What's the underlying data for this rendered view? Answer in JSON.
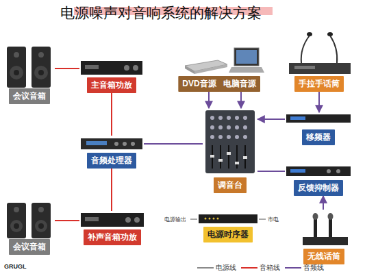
{
  "diagram": {
    "title": "电源噪声对音响系统的解决方案",
    "nodes": [
      {
        "text": [
          "会议音箱"
        ]
      },
      {
        "text": [
          "主音箱功放"
        ]
      },
      {
        "text": [
          "DVD音源"
        ]
      },
      {
        "text": [
          "电脑音源"
        ]
      },
      {
        "text": [
          "手拉手话筒"
        ]
      },
      {
        "text": [
          "移频器"
        ]
      },
      {
        "text": [
          "音频处理器"
        ]
      },
      {
        "text": [
          "调音台"
        ]
      },
      {
        "text": [
          "反馈抑制器"
        ]
      },
      {
        "text": [
          "会议音箱"
        ]
      },
      {
        "text": [
          "补声音箱功放"
        ]
      },
      {
        "text": [
          "电源时序器"
        ]
      },
      {
        "text": [
          "无线话筒"
        ]
      }
    ],
    "edges": [
      {
        "from": 0,
        "to": 1,
        "arrow": "none"
      },
      {
        "from": 1,
        "to": 6,
        "arrow": "none"
      },
      {
        "from": 6,
        "to": 10,
        "arrow": "none"
      },
      {
        "from": 10,
        "to": 9,
        "arrow": "none"
      },
      {
        "from": 6,
        "to": 7,
        "arrow": "none"
      },
      {
        "from": 2,
        "to": 7,
        "arrow": "to"
      },
      {
        "from": 3,
        "to": 7,
        "arrow": "to"
      },
      {
        "from": 4,
        "to": 5,
        "arrow": "to"
      },
      {
        "from": 5,
        "to": 7,
        "arrow": "to"
      },
      {
        "from": 7,
        "to": 8,
        "arrow": "none"
      },
      {
        "from": 12,
        "to": 8,
        "arrow": "to"
      }
    ],
    "labels": [
      "电源输出",
      "市电",
      "GRUGL"
    ],
    "legend": [
      {
        "text": "电源线"
      },
      {
        "text": "音箱线"
      },
      {
        "text": "音频线"
      }
    ]
  }
}
